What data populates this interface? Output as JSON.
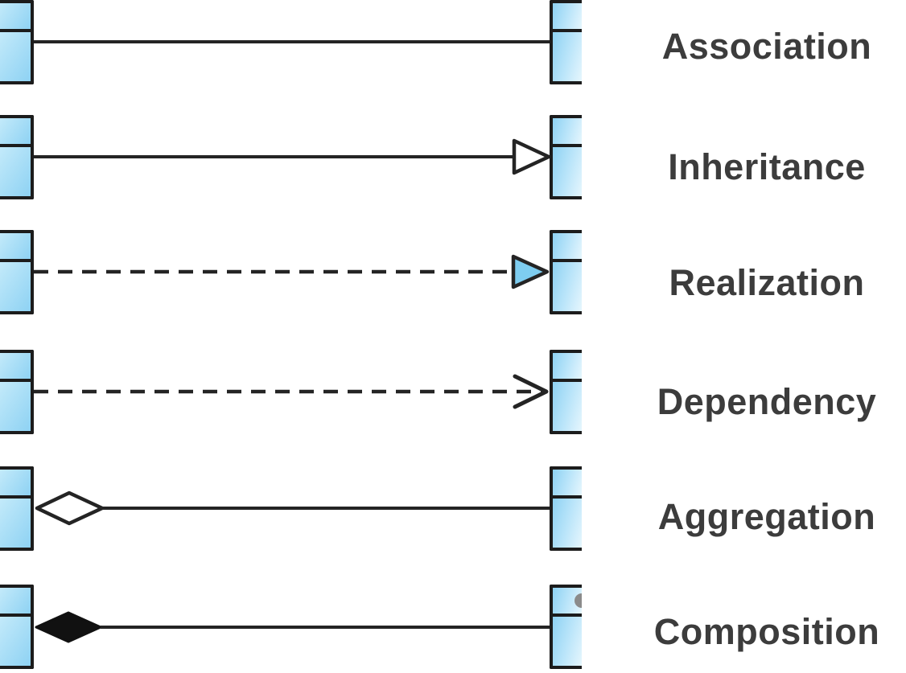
{
  "diagram": {
    "kind": "uml-relationship-notation-legend",
    "rows": [
      {
        "label": "Association",
        "line_style": "solid",
        "start_marker": "none",
        "end_marker": "none"
      },
      {
        "label": "Inheritance",
        "line_style": "solid",
        "start_marker": "none",
        "end_marker": "hollow-triangle"
      },
      {
        "label": "Realization",
        "line_style": "dashed",
        "start_marker": "none",
        "end_marker": "blue-filled-triangle"
      },
      {
        "label": "Dependency",
        "line_style": "dashed",
        "start_marker": "none",
        "end_marker": "open-arrow"
      },
      {
        "label": "Aggregation",
        "line_style": "solid",
        "start_marker": "hollow-diamond",
        "end_marker": "none"
      },
      {
        "label": "Composition",
        "line_style": "solid",
        "start_marker": "filled-diamond",
        "end_marker": "none"
      }
    ],
    "colors": {
      "background": "#ffffff",
      "box_fill_light": "#c3eafa",
      "box_fill_deep": "#8ed2f3",
      "box_border": "#1c1c1c",
      "line": "#242424",
      "label_text": "#3c3c3c",
      "realization_triangle_fill": "#7ecdf0",
      "filled_diamond": "#111111",
      "glyph_fragment": "#8b8b8b"
    }
  }
}
